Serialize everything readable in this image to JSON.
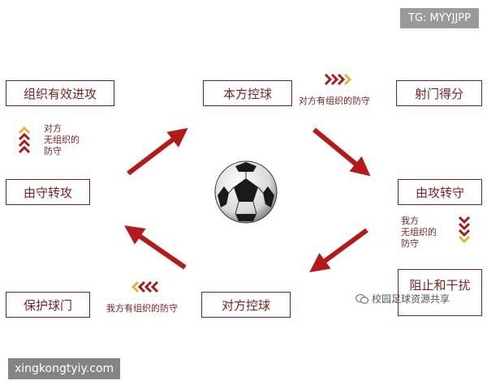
{
  "boxes": {
    "organize_attack": "组织有效进攻",
    "own_possession": "本方控球",
    "shoot_score": "射门得分",
    "def_to_att": "由守转攻",
    "att_to_def": "由攻转守",
    "protect_goal": "保护球门",
    "opp_possession": "对方控球",
    "stop_interfere": "阻止和干扰"
  },
  "captions": {
    "opp_organized_defense": "对方有组织的防守",
    "our_organized_defense": "我方有组织的防守",
    "left_transition": [
      "对方",
      "无组织的",
      "防守"
    ],
    "right_transition": [
      "我方",
      "无组织的",
      "防守"
    ]
  },
  "watermarks": {
    "tg": "TG: MYYJJPP",
    "site": "xingkongtyiy.com",
    "wechat": "校园足球资源共享"
  },
  "colors": {
    "arrow": "#b51a1a",
    "border": "#7a1f1f",
    "chevron_dark": "#a51c1c",
    "chevron_gold": "#e6b43a"
  }
}
